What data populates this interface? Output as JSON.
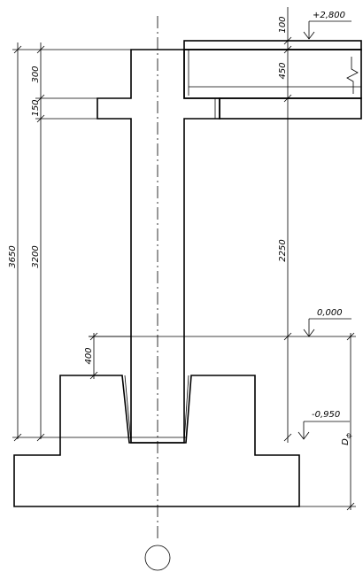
{
  "dimensions": {
    "total_height": "3650",
    "column_lower": "3200",
    "bracket_top": "300",
    "bracket_height": "150",
    "slab_thickness": "100",
    "beam_height": "450",
    "column_clear": "2250",
    "socket_depth": "400"
  },
  "levels": {
    "top": "+2,800",
    "floor": "0,000",
    "footing": "-0,950"
  },
  "labels": {
    "foundation_depth": "D",
    "foundation_depth_sub": "ф"
  }
}
